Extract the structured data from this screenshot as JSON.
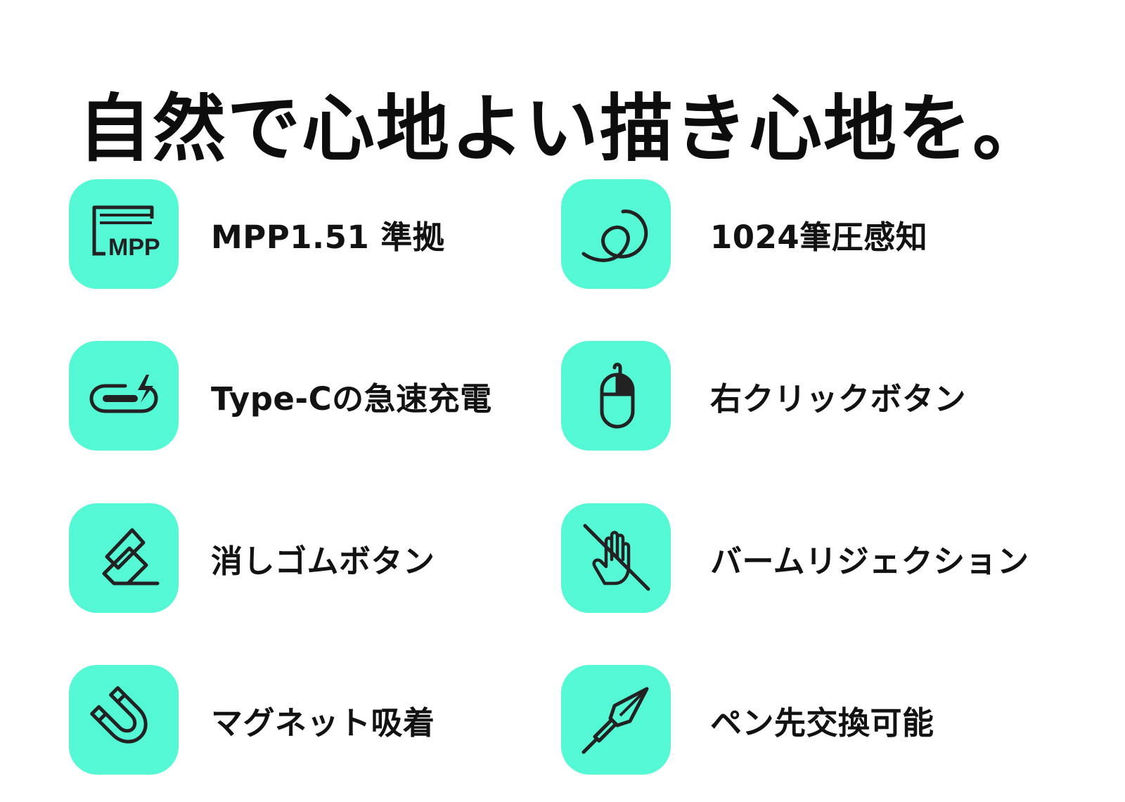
{
  "headline": "自然で心地よい描き心地を。",
  "colors": {
    "tile_background": "#55f8d4",
    "icon_stroke": "#222222",
    "text": "#111111"
  },
  "features": {
    "mpp": {
      "label": "MPP1.51 準拠",
      "icon": "mpp-icon",
      "icon_text": "MPP"
    },
    "pressure": {
      "label": "1024筆圧感知",
      "icon": "pen-stroke-swirl-icon"
    },
    "charging": {
      "label": "Type-Cの急速充電",
      "icon": "usb-c-fast-charge-icon"
    },
    "right_click": {
      "label": "右クリックボタン",
      "icon": "mouse-icon"
    },
    "eraser": {
      "label": "消しゴムボタン",
      "icon": "eraser-icon"
    },
    "palm": {
      "label": "バームリジェクション",
      "icon": "palm-rejection-icon"
    },
    "magnet": {
      "label": "マグネット吸着",
      "icon": "magnet-icon"
    },
    "nib": {
      "label": "ペン先交換可能",
      "icon": "pen-nib-icon"
    }
  }
}
